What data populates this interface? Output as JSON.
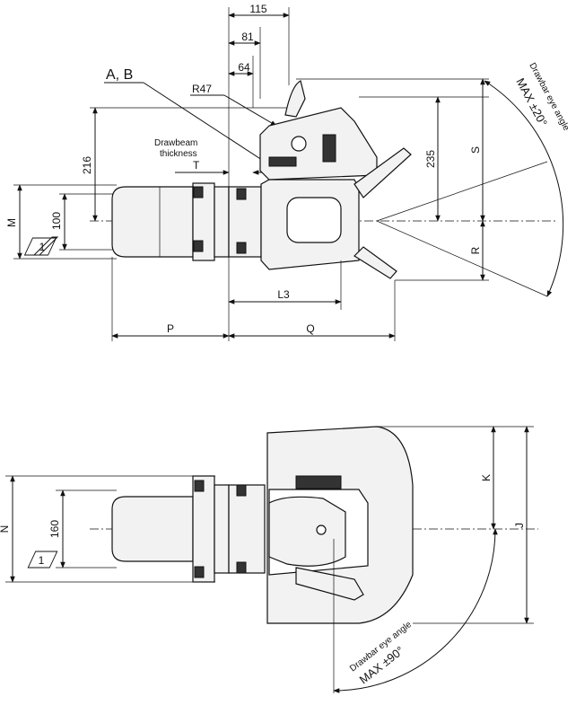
{
  "top_view": {
    "dim_115": "115",
    "dim_81": "81",
    "dim_64": "64",
    "label_ab": "A, B",
    "label_r47": "R47",
    "dim_216": "216",
    "dim_235": "235",
    "label_s": "S",
    "label_m": "M",
    "dim_100": "100",
    "label_r": "R",
    "label_t": "T",
    "drawbeam_line1": "Drawbeam",
    "drawbeam_line2": "thickness",
    "label_l3": "L3",
    "label_p": "P",
    "label_q": "Q",
    "box_1": "1",
    "angle_caption": "Drawbar eye angle",
    "angle_value": "MAX ±20°"
  },
  "bottom_view": {
    "label_n": "N",
    "dim_160": "160",
    "box_1": "1",
    "label_k": "K",
    "label_j": "J",
    "angle_caption": "Drawbar eye angle",
    "angle_value": "MAX ±90°"
  }
}
